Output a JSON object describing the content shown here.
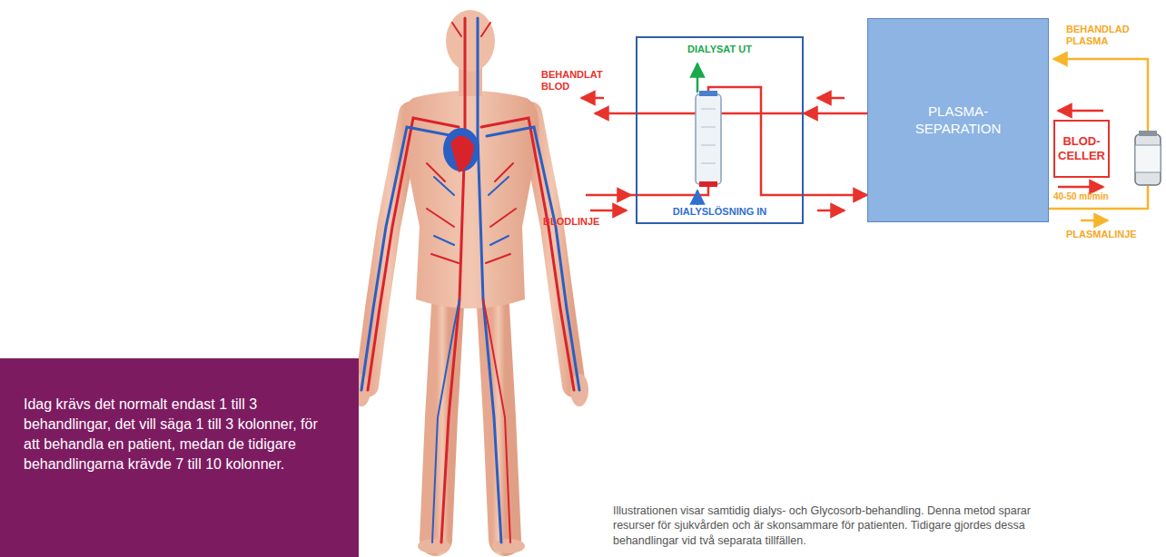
{
  "diagram": {
    "caption": "Illustrationen visar samtidig dialys- och Glycosorb-behandling. Denna metod sparar resurser för sjukvården och är skonsammare för patienten. Tidigare gjordes dessa behandlingar vid två separata tillfällen.",
    "nodes": [
      {
        "text": [
          "DIALYSAT UT",
          "DIALYSLÖSNING IN"
        ]
      },
      {
        "text": [
          "PLASMA- SEPARATION"
        ]
      },
      {
        "text": [
          "BLOD- CELLER"
        ]
      },
      {
        "text": [
          "Idag krävs det normalt endast 1 till 3 behandlingar, det vill säga 1 till 3 kolonner, för att behandla en patient, medan de tidigare behandlingarna krävde 7 till 10 kolonner."
        ]
      }
    ],
    "edges": [
      {
        "from": 0,
        "to": 1,
        "arrow": "to"
      },
      {
        "from": 1,
        "to": 0,
        "arrow": "to"
      }
    ],
    "labels": [
      "BEHANDLAT BLOD",
      "BLODLINJE",
      "BEHANDLAD PLASMA",
      "40-50 ml/min",
      "PLASMALINJE"
    ]
  }
}
